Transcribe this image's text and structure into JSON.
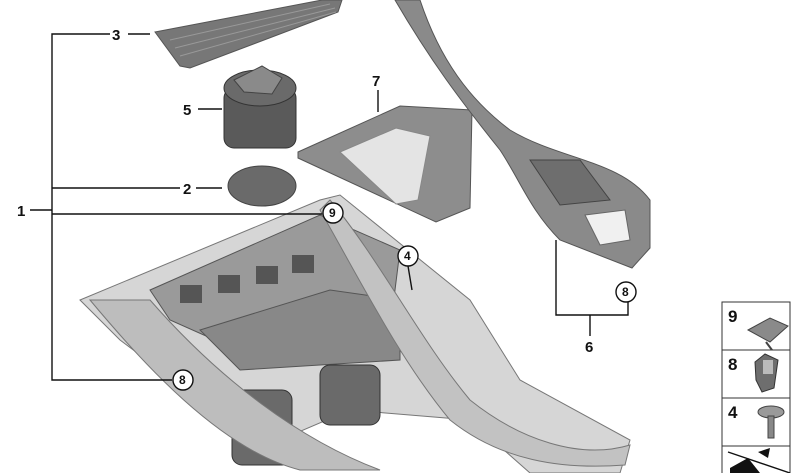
{
  "callouts": {
    "p1": "1",
    "p2": "2",
    "p3": "3",
    "p4": "4",
    "p5": "5",
    "p6": "6",
    "p7": "7",
    "p8a": "8",
    "p8b": "8",
    "p9": "9"
  },
  "legend": [
    {
      "number": "9",
      "part": "clip-nut-icon"
    },
    {
      "number": "8",
      "part": "expanding-clip-icon"
    },
    {
      "number": "4",
      "part": "screw-icon"
    }
  ],
  "colors": {
    "part_dark": "#6d6d6d",
    "part_light": "#c9c9c9",
    "line": "#111111"
  }
}
